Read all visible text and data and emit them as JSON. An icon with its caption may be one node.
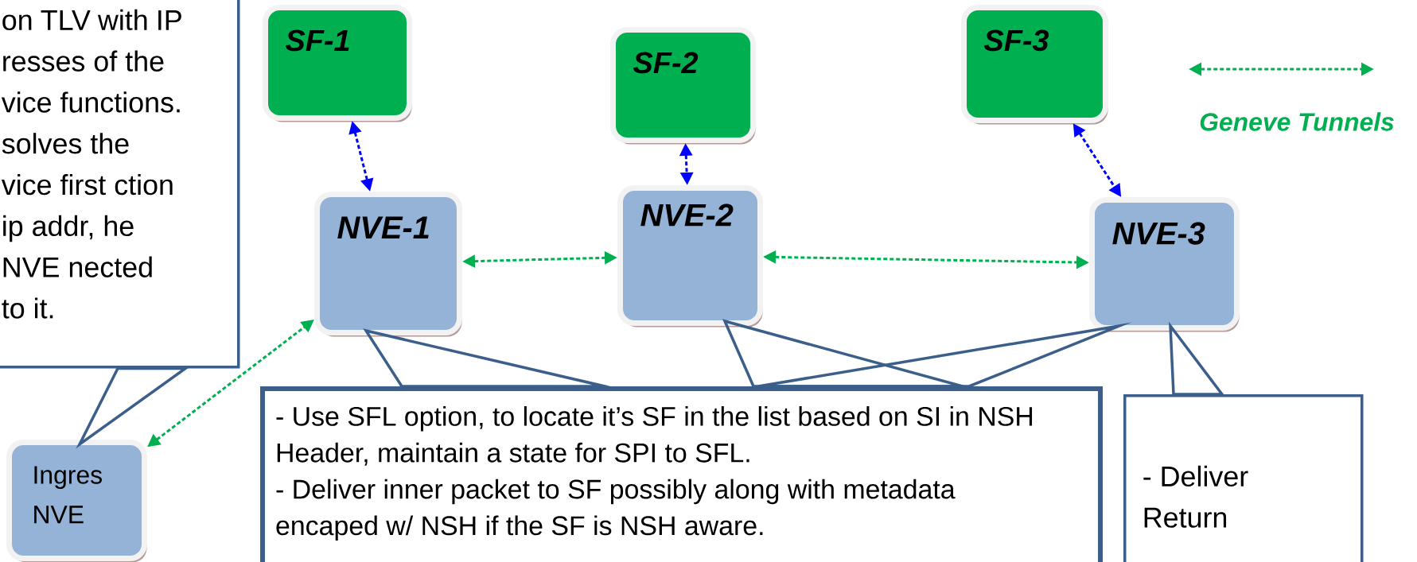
{
  "diagram": {
    "nodes": [
      {
        "text": [
          "on TLV with IP resses of the vice functions. solves the vice first ction ip addr, he NVE nected to it."
        ]
      },
      {
        "text": [
          "SF-1"
        ]
      },
      {
        "text": [
          "SF-2"
        ]
      },
      {
        "text": [
          "SF-3"
        ]
      },
      {
        "text": [
          "NVE-1"
        ]
      },
      {
        "text": [
          "NVE-2"
        ]
      },
      {
        "text": [
          "NVE-3"
        ]
      },
      {
        "text": [
          "Ingres NVE"
        ]
      },
      {
        "text": [
          "- Use SFL option, to locate it’s SF in the list based on SI in NSH Header, maintain a state for SPI to SFL.",
          "- Deliver inner packet to SF possibly along with metadata encaped w/ NSH if the SF is NSH aware."
        ]
      },
      {
        "text": [
          "- Deliver Return"
        ]
      }
    ],
    "edges": [
      {
        "from": 1,
        "to": 4,
        "arrow": "both",
        "style": "dashed",
        "color": "#0000ff"
      },
      {
        "from": 2,
        "to": 5,
        "arrow": "both",
        "style": "dashed",
        "color": "#0000ff"
      },
      {
        "from": 3,
        "to": 6,
        "arrow": "both",
        "style": "dashed",
        "color": "#0000ff"
      },
      {
        "from": 4,
        "to": 5,
        "arrow": "both",
        "style": "dashed",
        "color": "#00b050"
      },
      {
        "from": 5,
        "to": 6,
        "arrow": "both",
        "style": "dashed",
        "color": "#00b050"
      },
      {
        "from": 7,
        "to": 4,
        "arrow": "both",
        "style": "dashed",
        "color": "#00b050"
      },
      {
        "from": 0,
        "to": 7,
        "arrow": "none"
      },
      {
        "from": 8,
        "to": 4,
        "arrow": "none"
      },
      {
        "from": 8,
        "to": 5,
        "arrow": "none"
      },
      {
        "from": 8,
        "to": 6,
        "arrow": "none"
      },
      {
        "from": 9,
        "to": 6,
        "arrow": "none"
      }
    ],
    "legend": [
      {
        "text": "Geneve Tunnels"
      }
    ]
  }
}
